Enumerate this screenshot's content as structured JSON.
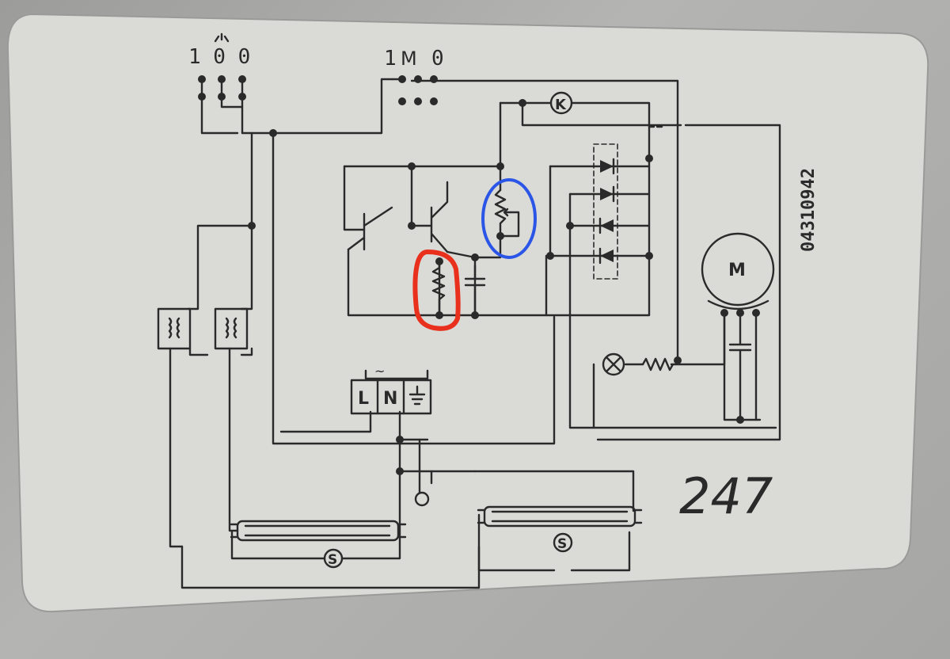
{
  "labels": {
    "switch_left": "1 0 0",
    "switch_right_1": "1",
    "switch_right_mid": "M",
    "switch_right_0": "0",
    "relay": "K",
    "motor": "M",
    "terminal_l": "L",
    "terminal_n": "N",
    "terminal_ac": "~",
    "starter_1": "S",
    "starter_2": "S",
    "serial": "04310942",
    "plate_number": "247"
  },
  "annotations": {
    "red_circle_color": "#e8301c",
    "blue_circle_color": "#2b55e6"
  },
  "colors": {
    "plate": "#d9d9d6",
    "ink": "#2a2a2a",
    "background": "#a8a8a6"
  }
}
